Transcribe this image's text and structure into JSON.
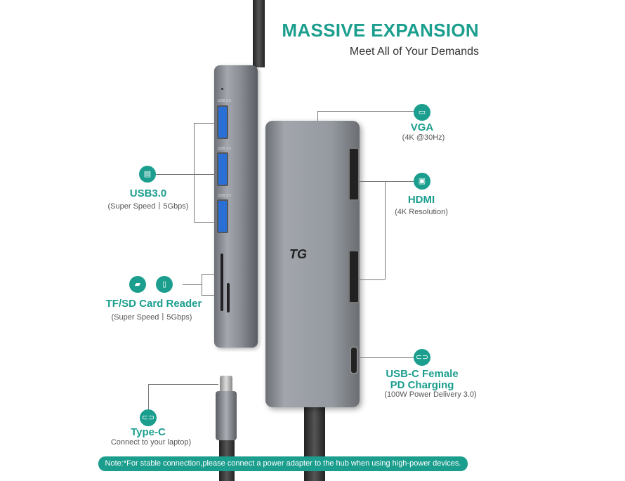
{
  "header": {
    "title": "MASSIVE EXPANSION",
    "subtitle": "Meet All of Your Demands"
  },
  "accent_color": "#1b9e8e",
  "product": {
    "logo": "TG",
    "port_marking": "USB 3.0"
  },
  "features": {
    "vga": {
      "icon": "vga-port-icon",
      "label": "VGA",
      "detail": "(4K @30Hz)"
    },
    "hdmi": {
      "icon": "monitor-icon",
      "label": "HDMI",
      "detail": "(4K Resolution)"
    },
    "usb3": {
      "icon": "usb-icon",
      "label": "USB3.0",
      "detail": "(Super Speed丨5Gbps)"
    },
    "card_reader": {
      "icons": [
        "sd-card-icon",
        "tf-card-icon"
      ],
      "label": "TF/SD Card Reader",
      "detail": "(Super Speed丨5Gbps)"
    },
    "usbc_female": {
      "icon": "usb-c-icon",
      "label_line1": "USB-C Female",
      "label_line2": "PD Charging",
      "detail": "(100W Power Delivery 3.0)"
    },
    "type_c": {
      "icon": "usb-c-icon",
      "label": "Type-C",
      "detail": "Connect to your laptop)"
    }
  },
  "note": "Note:*For stable connection,please connect a power adapter to the hub when using high-power devices."
}
